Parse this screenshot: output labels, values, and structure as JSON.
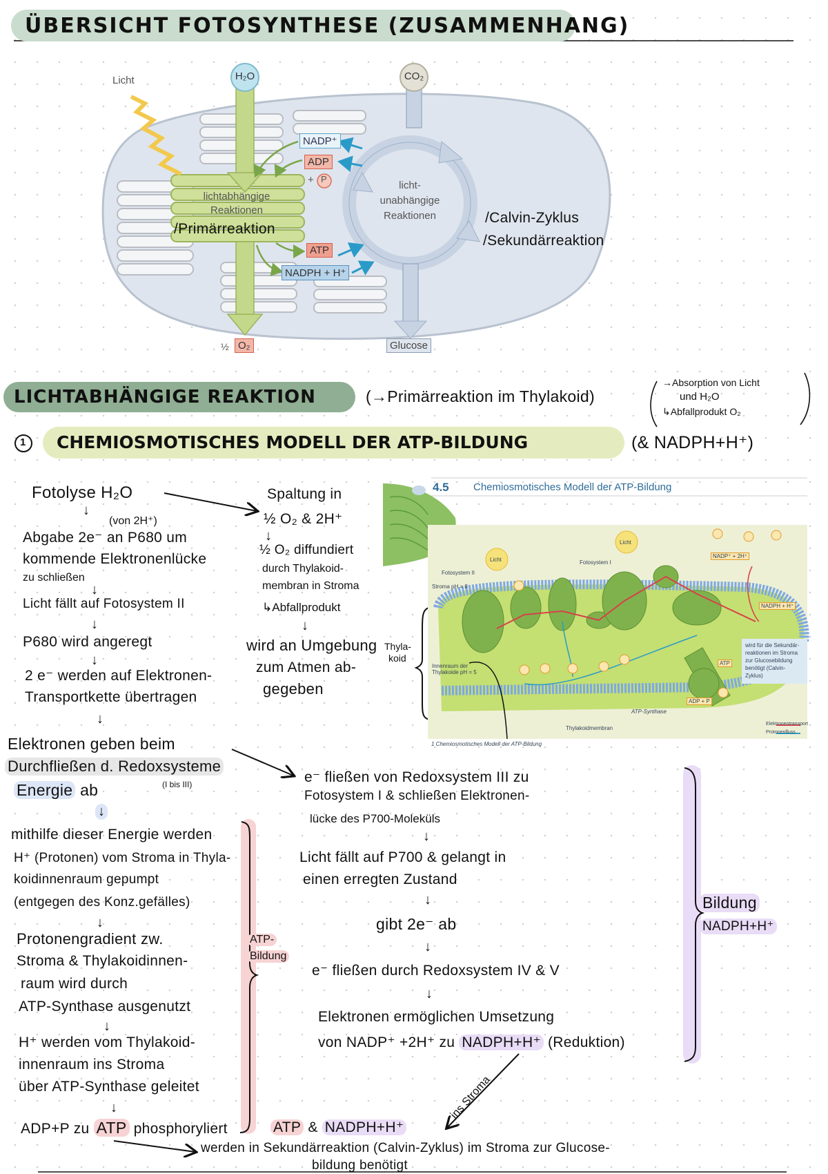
{
  "title": "ÜBERSICHT FOTOSYNTHESE (ZUSAMMENHANG)",
  "overview_diagram": {
    "light": "Licht",
    "h2o": "H₂O",
    "co2": "CO₂",
    "light_reactions": [
      "lichtabhängige",
      "Reaktionen"
    ],
    "light_independent": [
      "licht-",
      "unabhängige",
      "Reaktionen"
    ],
    "nadp": "NADP⁺",
    "adp": "ADP",
    "p_plus": "+",
    "p": "P",
    "atp": "ATP",
    "nadph": "NADPH + H⁺",
    "o2_half": "½",
    "o2": "O₂",
    "glucose": "Glucose",
    "note_primary": "/Primärreaktion",
    "note_calvin": "/Calvin-Zyklus",
    "note_secondary": "/Sekundärreaktion"
  },
  "section": {
    "heading": "LICHTABHÄNGIGE REAKTION",
    "note": "(→Primärreaktion im Thylakoid)",
    "bracket_note": [
      "→Absorption von Licht",
      "und H₂O",
      "↳Abfallprodukt O₂"
    ]
  },
  "subsection": {
    "number": "1",
    "heading": "CHEMIOSMOTISCHES MODELL DER ATP-BILDUNG",
    "suffix": "(& NADPH+H⁺)"
  },
  "left_column": {
    "fotolyse": "Fotolyse H₂O",
    "von_2h": "(von 2H⁺)",
    "lines_a": [
      "Abgabe 2e⁻ an P680 um",
      "kommende Elektronenlücke",
      "zu schließen"
    ],
    "licht_ps2": "Licht fällt auf Fotosystem II",
    "p680": "P680 wird angeregt",
    "lines_b": [
      "2 e⁻ werden auf Elektronen-",
      "Transportkette übertragen"
    ],
    "elektronen_1": "Elektronen geben beim",
    "elektronen_2": "Durchfließen d. Redoxsysteme",
    "redox_range": "(I bis III)",
    "energie": "Energie",
    "ab": "ab",
    "lines_c": [
      "mithilfe dieser Energie werden",
      "H⁺ (Protonen) vom Stroma in Thyla-",
      "koidinnenraum gepumpt",
      "(entgegen des Konz.gefälles)"
    ],
    "lines_d": [
      "Protonengradient zw.",
      "Stroma & Thylakoidinnen-",
      "raum wird durch",
      "ATP-Synthase ausgenutzt"
    ],
    "lines_e": [
      "H⁺ werden vom Thylakoid-",
      "innenraum ins Stroma",
      "über ATP-Synthase geleitet"
    ],
    "adp_p": "ADP+P zu",
    "atp": "ATP",
    "phosphoryliert": "phosphoryliert"
  },
  "middle_column": {
    "lines_a": [
      "Spaltung in",
      "½ O₂ & 2H⁺"
    ],
    "lines_b": [
      "½ O₂ diffundiert",
      "durch Thylakoid-",
      "membran in Stroma",
      "↳Abfallprodukt"
    ],
    "lines_c": [
      "wird an Umgebung",
      "zum Atmen ab-",
      "gegeben"
    ],
    "thylakoid_label": [
      "Thyla-",
      "koid"
    ]
  },
  "right_column": {
    "lines_a": [
      "e⁻ fließen von Redoxsystem III zu",
      "Fotosystem I & schließen Elektronen-",
      "lücke des P700-Moleküls"
    ],
    "lines_b": [
      "Licht fällt auf P700 & gelangt in",
      "einen erregten Zustand"
    ],
    "gibt": "gibt 2e⁻ ab",
    "redox_45": "e⁻ fließen durch Redoxsystem IV & V",
    "umsetzung": "Elektronen ermöglichen Umsetzung",
    "von": "von NADP⁺ +2H⁺ zu",
    "nadph": "NADPH+H⁺",
    "reduktion": "(Reduktion)",
    "ins_stroma": "ins Stroma",
    "bildung": "Bildung",
    "bildung_nadph": "NADPH+H⁺",
    "atp_bildung": [
      "ATP-",
      "Bildung"
    ]
  },
  "conclusion": {
    "atp": "ATP",
    "and": "&",
    "nadph": "NADPH+H⁺",
    "line1": "werden in Sekundärreaktion (Calvin-Zyklus) im Stroma zur Glucose-",
    "line2": "bildung benötigt"
  },
  "textbook_figure": {
    "number": "4.5",
    "title": "Chemiosmotisches Modell der ATP-Bildung",
    "sun_label": "Licht",
    "fotosystem2": "Fotosystem II",
    "fotosystem1": "Fotosystem I",
    "stroma": "Stroma pH = 8",
    "innenraum": "Innenraum der Thylakoide pH = 5",
    "nadp_2h": "NADP⁺ + 2H⁺",
    "nadph": "NADPH + H⁺",
    "adp_p": "ADP + P",
    "atp": "ATP",
    "atp_synthase": "ATP-Synthase",
    "membrane": "Thylakoidmembran",
    "legend_e": "Elektronentransport",
    "legend_p": "Protonenfluss",
    "side_note": [
      "wird für die Sekundär-",
      "reaktionen im Stroma",
      "zur Glucosebildung",
      "benötigt (Calvin-",
      "Zyklus)"
    ],
    "caption": "1 Chemiosmotisches Modell der ATP-Bildung"
  },
  "colors": {
    "title_banner": "#c9dccd",
    "section_banner": "#8fae93",
    "subsection_banner": "#e4ecbf",
    "atp_highlight": "#f7d3d3",
    "nadph_highlight": "#e9dcf6"
  }
}
